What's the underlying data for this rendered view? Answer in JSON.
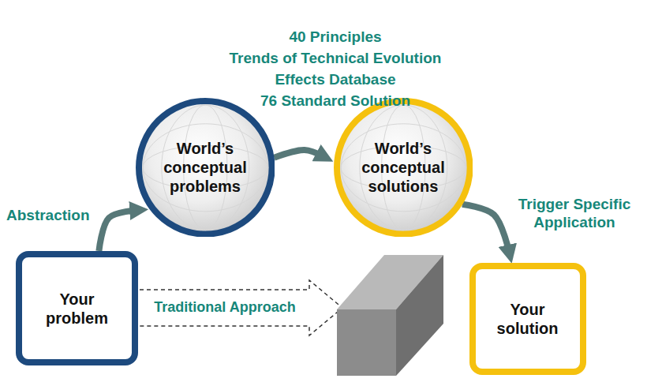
{
  "diagram": {
    "nodes": [
      {
        "text": [
          "Your problem"
        ]
      },
      {
        "text": [
          "World’s conceptual problems"
        ]
      },
      {
        "text": [
          "World’s conceptual solutions"
        ]
      },
      {
        "text": [
          "Your solution"
        ]
      }
    ],
    "edges": [
      {
        "from": 0,
        "to": 1,
        "arrow": "to",
        "label": "Abstraction"
      },
      {
        "from": 1,
        "to": 2,
        "arrow": "to"
      },
      {
        "from": 2,
        "to": 3,
        "arrow": "to",
        "label": "Trigger Specific Application"
      }
    ],
    "labels": [
      "40 Principles",
      "Trends of Technical Evolution",
      "Effects Database",
      "76 Standard Solution",
      "Traditional Approach"
    ]
  }
}
